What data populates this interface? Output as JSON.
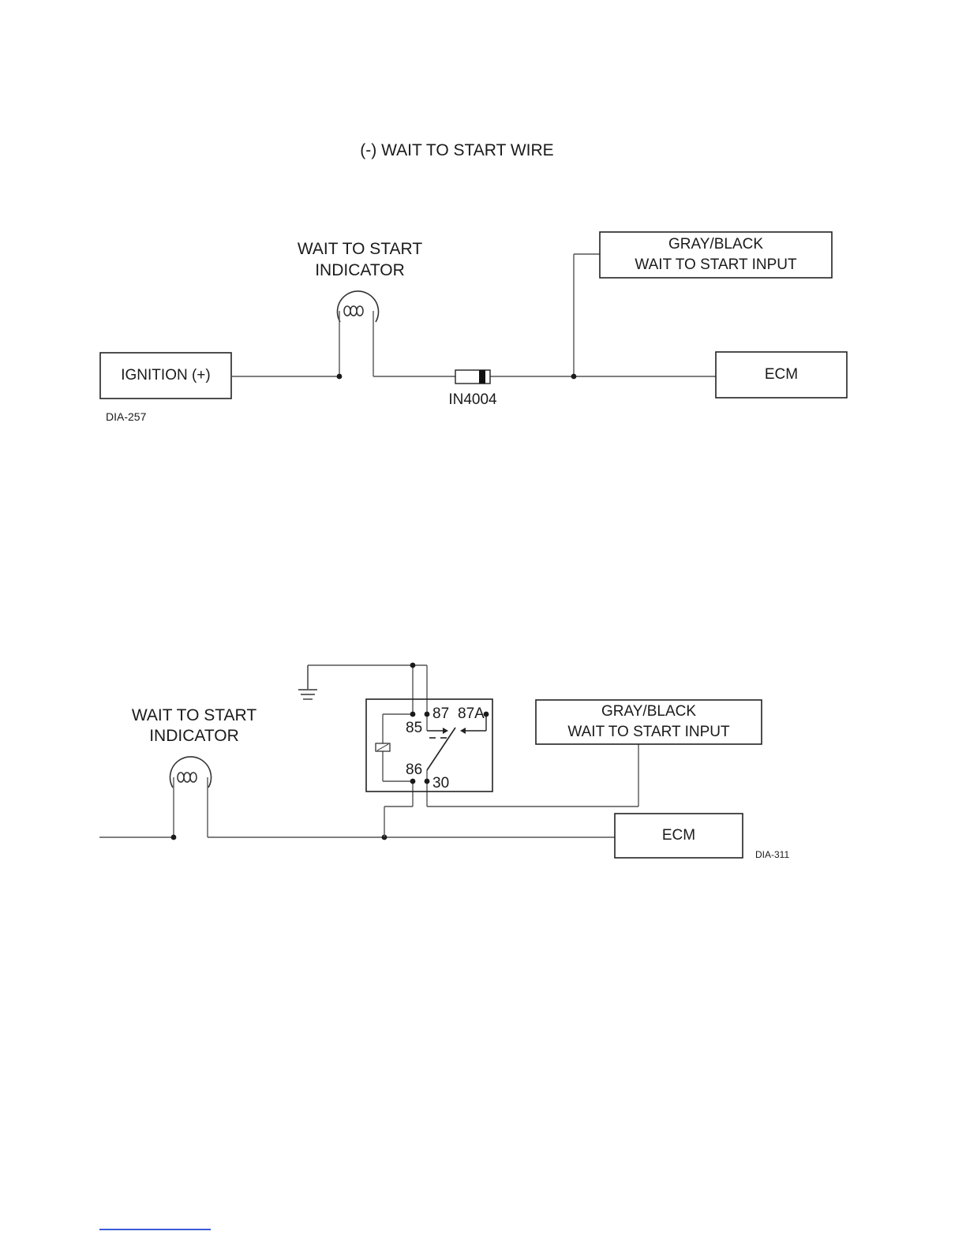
{
  "title": "(-) WAIT TO START WIRE",
  "diagram1": {
    "indicator_label": [
      "WAIT TO START",
      "INDICATOR"
    ],
    "ignition_label": "IGNITION (+)",
    "input_label": [
      "GRAY/BLACK",
      "WAIT TO START INPUT"
    ],
    "ecm_label": "ECM",
    "diode_label": "IN4004",
    "code": "DIA-257"
  },
  "diagram2": {
    "indicator_label": [
      "WAIT TO START",
      "INDICATOR"
    ],
    "input_label": [
      "GRAY/BLACK",
      "WAIT TO START INPUT"
    ],
    "ecm_label": "ECM",
    "relay_pins": {
      "p85": "85",
      "p86": "86",
      "p87": "87",
      "p87a": "87A",
      "p30": "30"
    },
    "code": "DIA-311"
  }
}
